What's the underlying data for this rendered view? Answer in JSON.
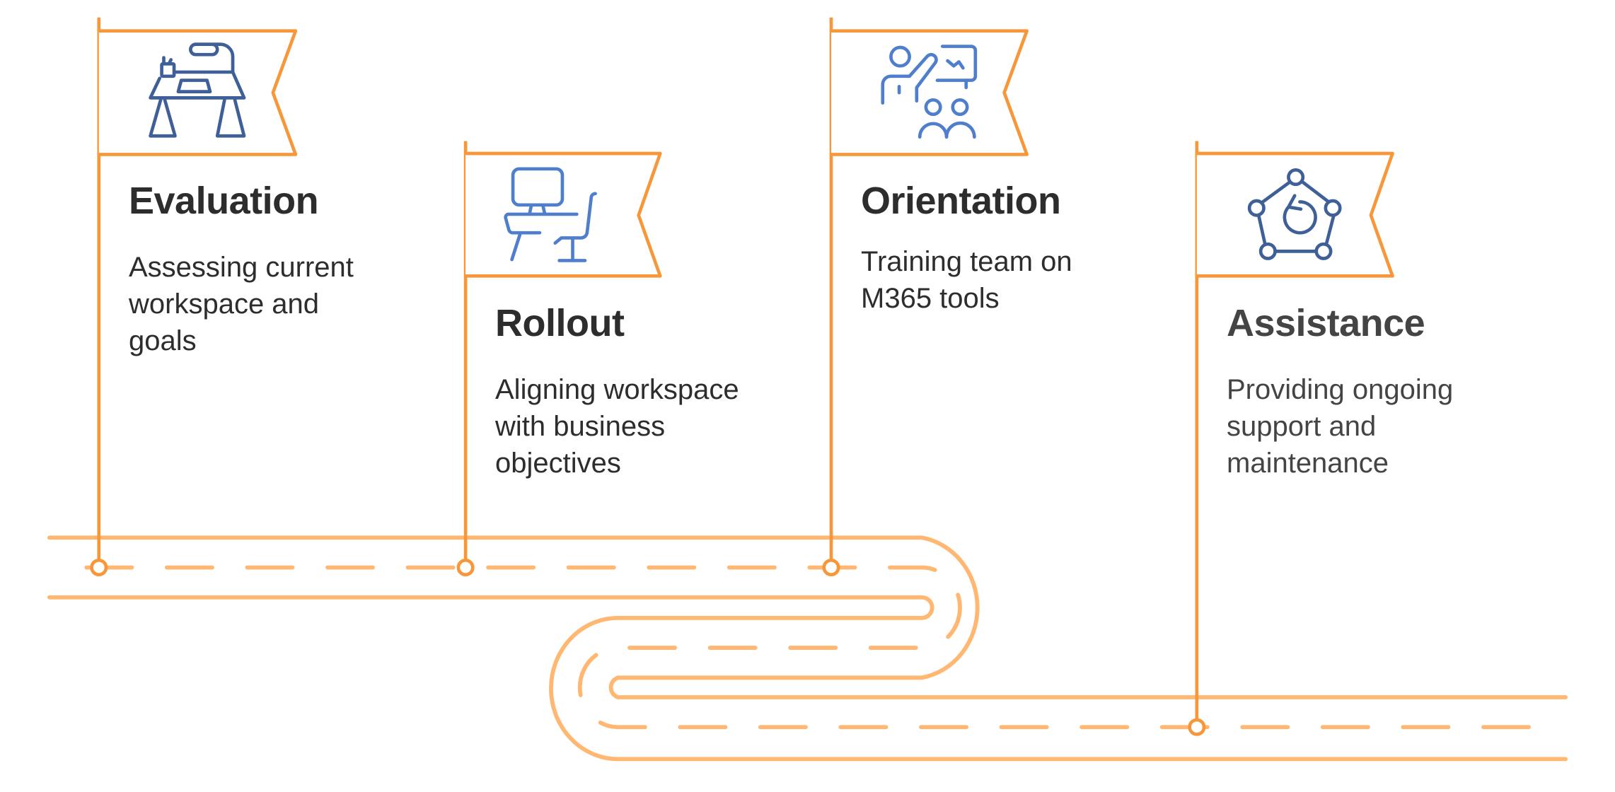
{
  "diagram": {
    "type": "roadmap-timeline",
    "colors": {
      "flag_stroke": "#F7973A",
      "road": "#FFB772",
      "icon_dark": "#3F5F99",
      "icon_light": "#4F7FCC",
      "text": "#2D2D2D",
      "text_muted": "#444444"
    },
    "milestones": [
      {
        "title": "Evaluation",
        "description": "Assessing current\nworkspace and\ngoals",
        "icon": "desk-with-lamp-icon"
      },
      {
        "title": "Rollout",
        "description": "Aligning workspace\nwith business\nobjectives",
        "icon": "computer-workstation-icon"
      },
      {
        "title": "Orientation",
        "description": "Training team on\nM365 tools",
        "icon": "presenter-training-icon"
      },
      {
        "title": "Assistance",
        "description": "Providing ongoing\nsupport and\nmaintenance",
        "icon": "support-cycle-network-icon"
      }
    ]
  }
}
